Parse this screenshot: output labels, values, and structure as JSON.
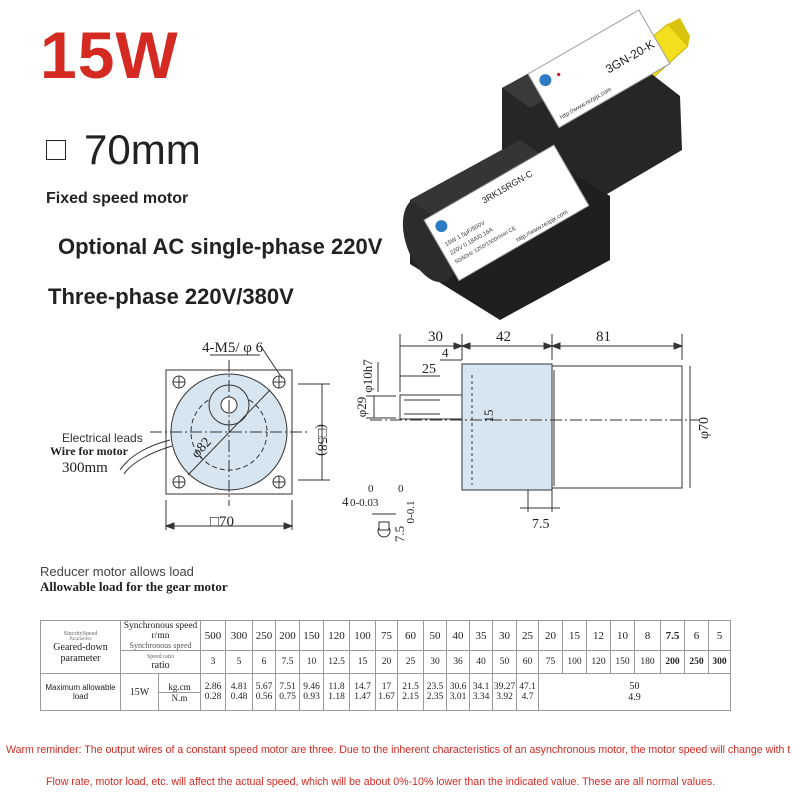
{
  "header": {
    "power": "15W",
    "frame_size": "70mm",
    "motor_type": "Fixed speed motor",
    "option_single_phase": "Optional AC single-phase 220V",
    "option_three_phase": "Three-phase 220V/380V"
  },
  "product_photo": {
    "gearbox_label": "3GN-20-K",
    "motor_label": "3RK15RGN-C",
    "website": "http://www.rezpjx.com",
    "spec_line_1": "15W  1.5μF/500V",
    "spec_line_2": "220V  0.18A/0.16A",
    "spec_line_3": "50/60Hz  1250/1500r/min  CE",
    "shaft_color": "#f3df1e"
  },
  "drawing": {
    "mount_holes": "4-M5/ φ 6",
    "pcd": "φ82",
    "square": "(□58)",
    "frame": "□70",
    "lead_cn": "Electrical leads",
    "lead_en": "Wire for motor",
    "lead_length": "300mm",
    "dim_30": "30",
    "dim_42": "42",
    "dim_81": "81",
    "shaft_dia": "φ10h7",
    "dim_4": "4",
    "dim_25": "25",
    "dim_29": "φ29",
    "dim_15": "15",
    "dim_70": "φ70",
    "dim_7_5": "7.5",
    "key_width": "4",
    "key_width_tol": "0-0.03",
    "key_height": "7.5",
    "key_height_tol": "0-0.1",
    "key_zero_upper": "0",
    "key_zero_lower": "0"
  },
  "load_section": {
    "title_cn": "Reducer motor allows load",
    "title_en": "Allowable load for the gear motor"
  },
  "load_table": {
    "hdr_sync_small": "SincritySpeed",
    "hdr_sync_overlay": "Synchronous speed r/mn",
    "hdr_sync_en": "Synchronous speed",
    "hdr_params_small": "Parameters",
    "hdr_params": "Geared-down parameter",
    "hdr_ratio_small": "Speed ratio",
    "hdr_ratio": "ratio",
    "speeds": [
      "500",
      "300",
      "250",
      "200",
      "150",
      "120",
      "100",
      "75",
      "60",
      "50",
      "40",
      "35",
      "30",
      "25",
      "20",
      "15",
      "12",
      "10",
      "8",
      "7.5",
      "6",
      "5"
    ],
    "bold_speeds": [
      false,
      false,
      false,
      false,
      false,
      false,
      false,
      false,
      false,
      false,
      false,
      false,
      false,
      false,
      false,
      false,
      false,
      false,
      false,
      true,
      false,
      false
    ],
    "ratios": [
      "3",
      "5",
      "6",
      "7.5",
      "10",
      "12.5",
      "15",
      "20",
      "25",
      "30",
      "36",
      "40",
      "50",
      "60",
      "75",
      "100",
      "120",
      "150",
      "180",
      "200",
      "250",
      "300"
    ],
    "bold_ratios": [
      false,
      false,
      false,
      false,
      false,
      false,
      false,
      false,
      false,
      false,
      false,
      false,
      false,
      false,
      false,
      false,
      false,
      false,
      false,
      true,
      true,
      true
    ],
    "row_label": "Maximum allowable load",
    "power": "15W",
    "unit_kgcm": "kg.cm",
    "unit_nm": "N.m",
    "kgcm_values": [
      "2.86",
      "4.81",
      "5.67",
      "7.51",
      "9.46",
      "11.8",
      "14.7",
      "17",
      "21.5",
      "23.5",
      "30.6",
      "34.1",
      "39.27",
      "47.1"
    ],
    "nm_values": [
      "0.28",
      "0.48",
      "0.56",
      "0.75",
      "0.93",
      "1.18",
      "1.47",
      "1.67",
      "2.15",
      "2.35",
      "3.01",
      "3.34",
      "3.92",
      "4.7"
    ],
    "merged_kgcm": "50",
    "merged_nm": "4.9"
  },
  "reminder": {
    "line1": "Warm reminder: The output wires of a constant speed motor are three. Due to the inherent characteristics of an asynchronous motor, the motor speed will change with t",
    "line2": "Flow rate, motor load, etc. will affect the actual speed, which will be about 0%-10% lower than the indicated value. These are all normal values."
  },
  "colors": {
    "accent_red": "#d42a22",
    "motor_body": "#1f1f1f",
    "gear_housing": "#c9dceb"
  }
}
